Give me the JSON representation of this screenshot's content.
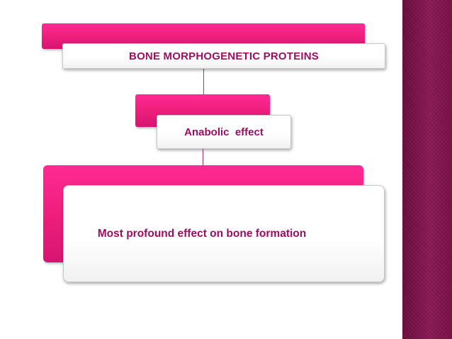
{
  "diagram": {
    "top_box": {
      "label": "BONE MORPHOGENETIC PROTEINS"
    },
    "middle_box": {
      "label": "Anabolic  effect"
    },
    "bottom_box": {
      "label": "Most profound effect on bone formation"
    }
  },
  "colors": {
    "accent_pink": "#f0207f",
    "text_magenta": "#9b0e62",
    "side_band": "#7a1046"
  }
}
